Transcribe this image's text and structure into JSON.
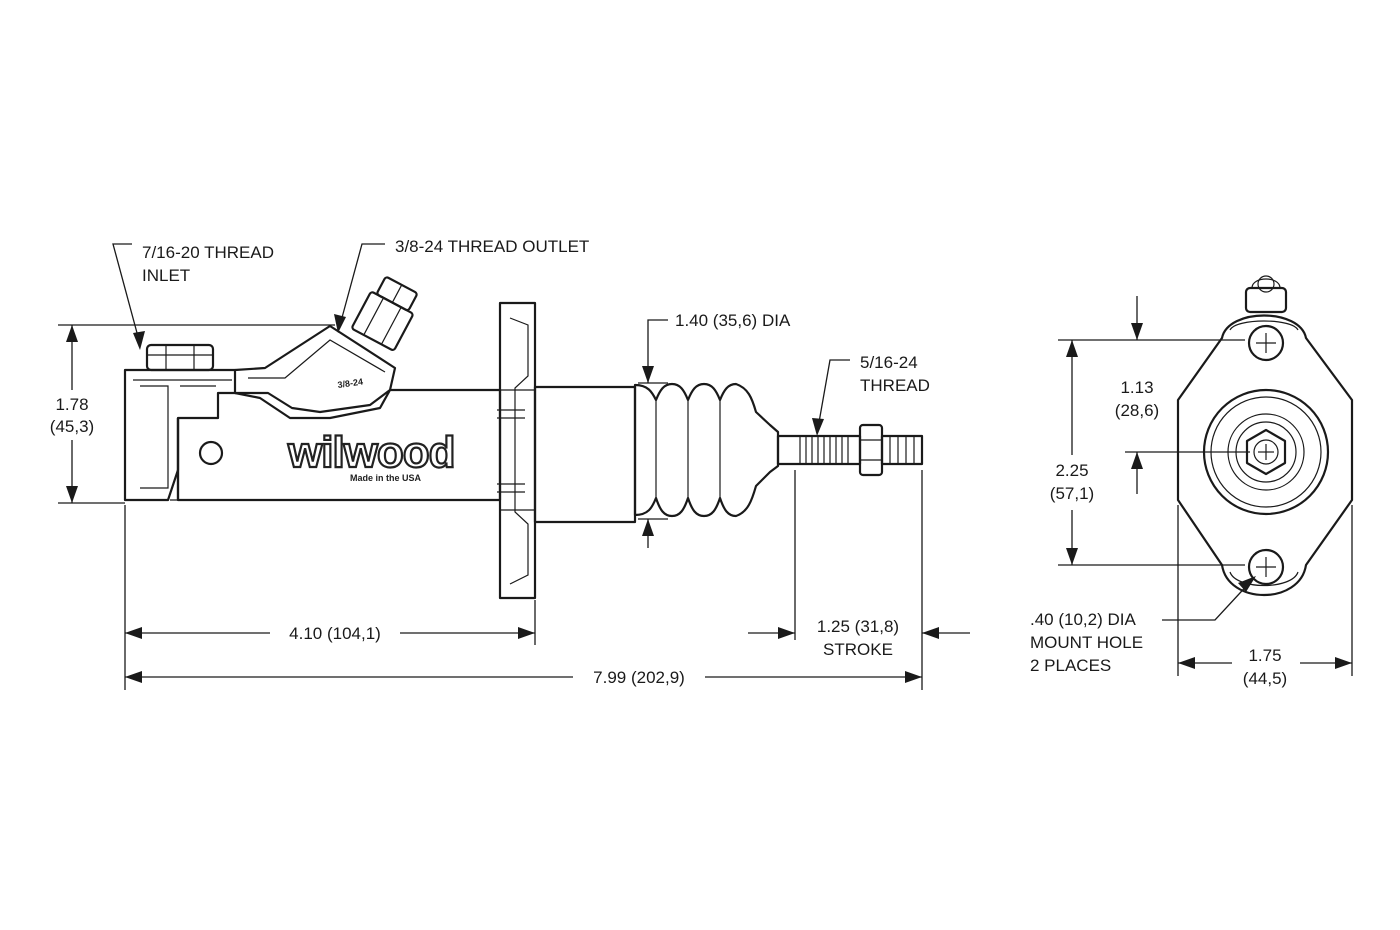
{
  "callouts": {
    "inlet_line1": "7/16-20 THREAD",
    "inlet_line2": "INLET",
    "outlet": "3/8-24 THREAD OUTLET",
    "boot_dia": "1.40 (35,6) DIA",
    "pushrod_line1": "5/16-24",
    "pushrod_line2": "THREAD",
    "height_in": "1.78",
    "height_mm": "(45,3)",
    "body_length": "4.10 (104,1)",
    "overall_length": "7.99 (202,9)",
    "stroke_value": "1.25 (31,8)",
    "stroke_label": "STROKE",
    "bore_offset_in": "1.13",
    "bore_offset_mm": "(28,6)",
    "hole_spacing_in": "2.25",
    "hole_spacing_mm": "(57,1)",
    "mount_hole_line1": ".40 (10,2) DIA",
    "mount_hole_line2": "MOUNT HOLE",
    "mount_hole_line3": "2 PLACES",
    "flange_width_in": "1.75",
    "flange_width_mm": "(44,5)"
  },
  "branding": {
    "logo": "wilwood",
    "tagline": "Made in the USA",
    "port_stamp": "3/8-24"
  }
}
